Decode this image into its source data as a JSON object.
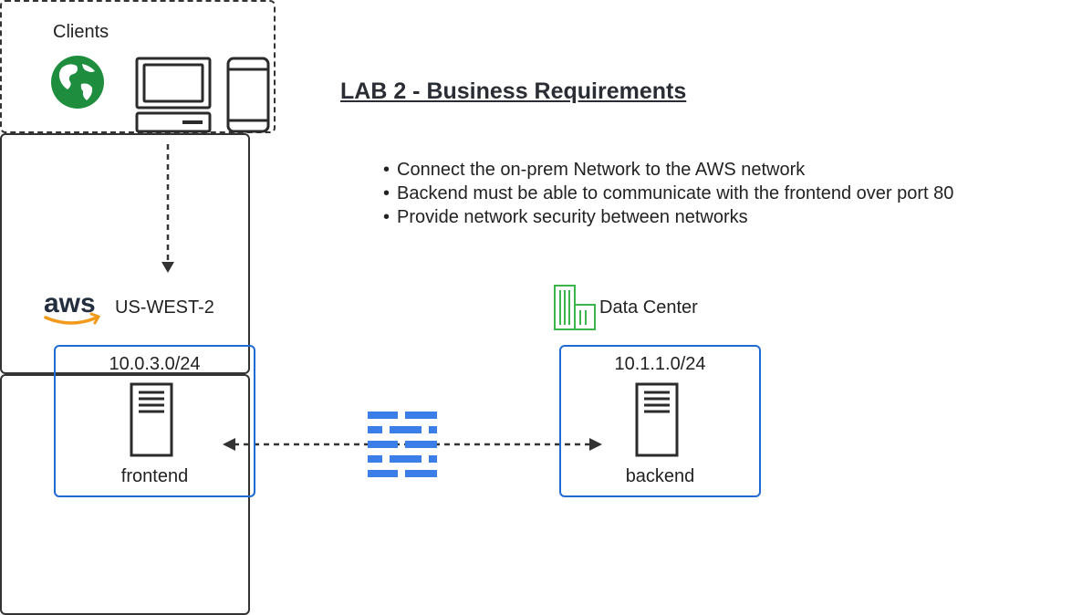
{
  "title": "LAB 2 - Business Requirements",
  "requirements": [
    "Connect the on-prem Network to the AWS network",
    "Backend must be able to communicate with the frontend over port 80",
    "Provide network security between networks"
  ],
  "clients": {
    "label": "Clients",
    "icons": [
      "globe-icon",
      "desktop-computer-icon",
      "mobile-phone-icon"
    ]
  },
  "aws": {
    "logo_text": "aws",
    "region": "US-WEST-2",
    "subnet": "10.0.3.0/24",
    "server": "frontend"
  },
  "datacenter": {
    "label": "Data Center",
    "subnet": "10.1.1.0/24",
    "server": "backend"
  },
  "firewall_icon": "firewall-icon",
  "colors": {
    "subnet_border": "#1f6ad3",
    "firewall": "#3b7ee8",
    "globe": "#1e8e3e",
    "datacenter_icon": "#3cb54a",
    "aws_smile": "#f19a1c"
  }
}
